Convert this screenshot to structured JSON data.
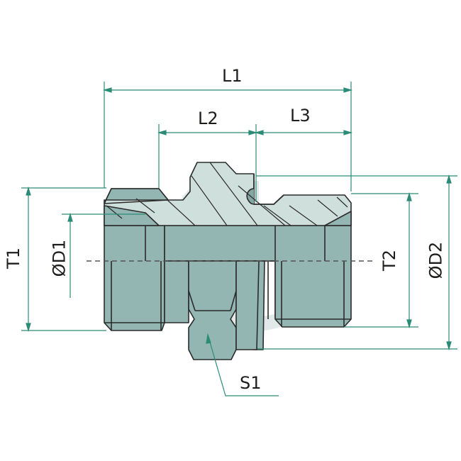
{
  "title": "Male stud adaptor technical drawing",
  "colors": {
    "body_fill": "#93b6b2",
    "section_fill": "#cfdfdc",
    "dark_fill": "#84a7a3",
    "dimension_line": "#2a8c76",
    "outline": "#2b2b2b",
    "label": "#1d1d1b"
  },
  "dimensions": {
    "L1": "L1",
    "L2": "L2",
    "L3": "L3",
    "T1": "T1",
    "T2": "T2",
    "D1": "ØD1",
    "D2": "ØD2",
    "S1": "S1"
  }
}
